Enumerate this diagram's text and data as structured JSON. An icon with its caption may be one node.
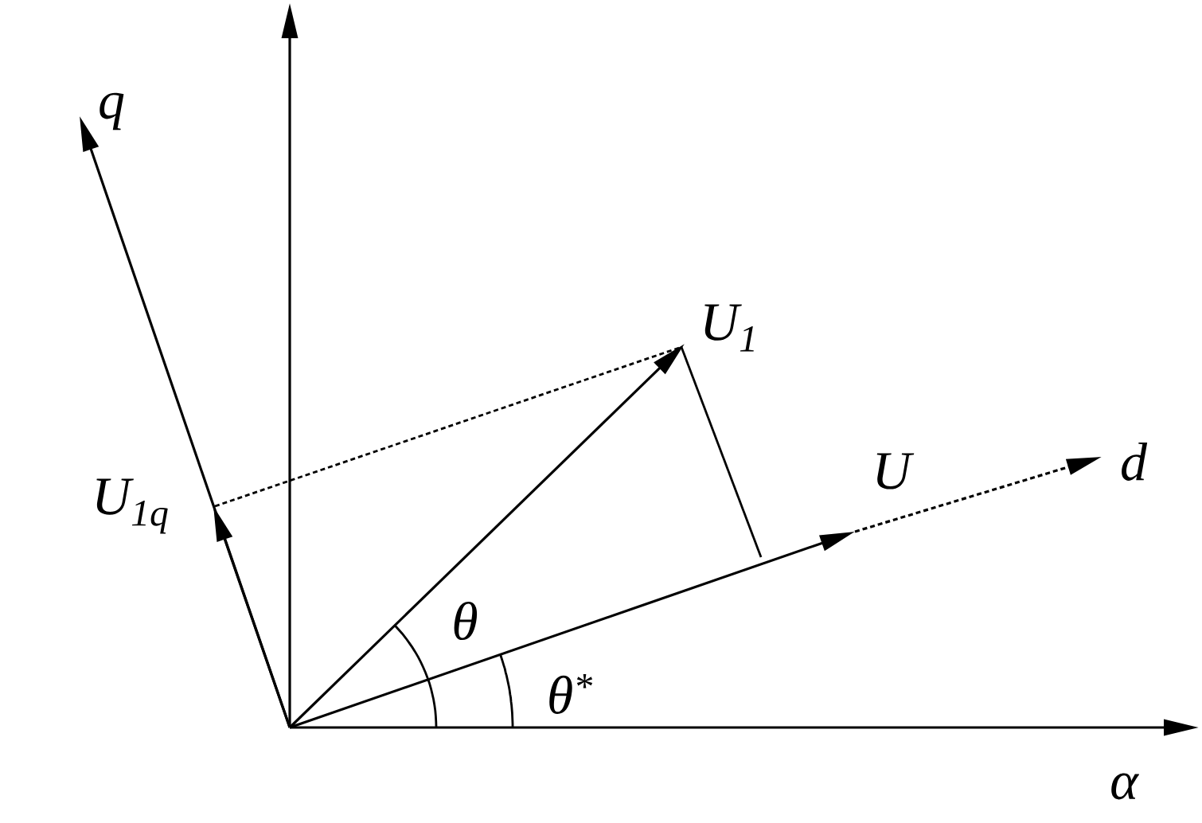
{
  "diagram": {
    "labels": [
      "q",
      "U$_{1}$",
      "U",
      "d",
      "U$_{1q}$",
      "θ",
      "θ$^{*}$",
      "α"
    ]
  }
}
